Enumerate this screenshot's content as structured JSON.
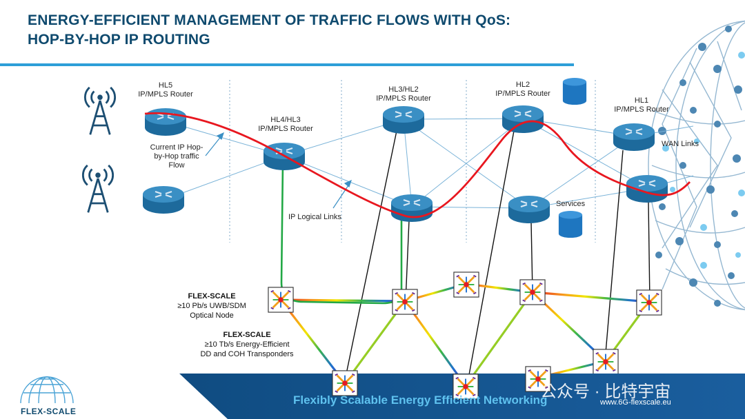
{
  "title": {
    "line1": "ENERGY-EFFICIENT MANAGEMENT OF TRAFFIC FLOWS WITH QoS:",
    "line2": "HOP-BY-HOP IP ROUTING"
  },
  "routers": {
    "hl5": {
      "name": "HL5",
      "type": "IP/MPLS Router"
    },
    "hl4": {
      "name": "HL4/HL3",
      "type": "IP/MPLS Router"
    },
    "hl3": {
      "name": "HL3/HL2",
      "type": "IP/MPLS Router"
    },
    "hl2": {
      "name": "HL2",
      "type": "IP/MPLS Router"
    },
    "hl1": {
      "name": "HL1",
      "type": "IP/MPLS Router"
    }
  },
  "annotations": {
    "current_flow": "Current IP Hop-\nby-Hop traffic\nFlow",
    "ip_links": "IP Logical Links",
    "services": "Services",
    "wan_links": "WAN Links"
  },
  "optical_node": {
    "title": "FLEX-SCALE",
    "line1": "≥10 Pb/s UWB/SDM",
    "line2": "Optical Node"
  },
  "transponders": {
    "title": "FLEX-SCALE",
    "line1": "≥10 Tb/s Energy-Efficient",
    "line2": "DD and COH Transponders"
  },
  "footer": {
    "tagline": "Flexibly Scalable Energy Efficient Networking",
    "url": "www.6G-flexscale.eu",
    "watermark": "公众号 · 比特宇宙",
    "logo_text": "FLEX-SCALE"
  },
  "colors": {
    "title": "#0f4a6e",
    "accent": "#2e9fd8",
    "flow": "#e8171f",
    "green_path": "#22a845",
    "router_top": "#3a8fc4",
    "router_side": "#1d6a9c",
    "footer": "#124f86"
  },
  "icons": [
    "antenna-icon",
    "router-icon",
    "database-icon",
    "optical-switch-icon",
    "globe-mesh-icon"
  ]
}
